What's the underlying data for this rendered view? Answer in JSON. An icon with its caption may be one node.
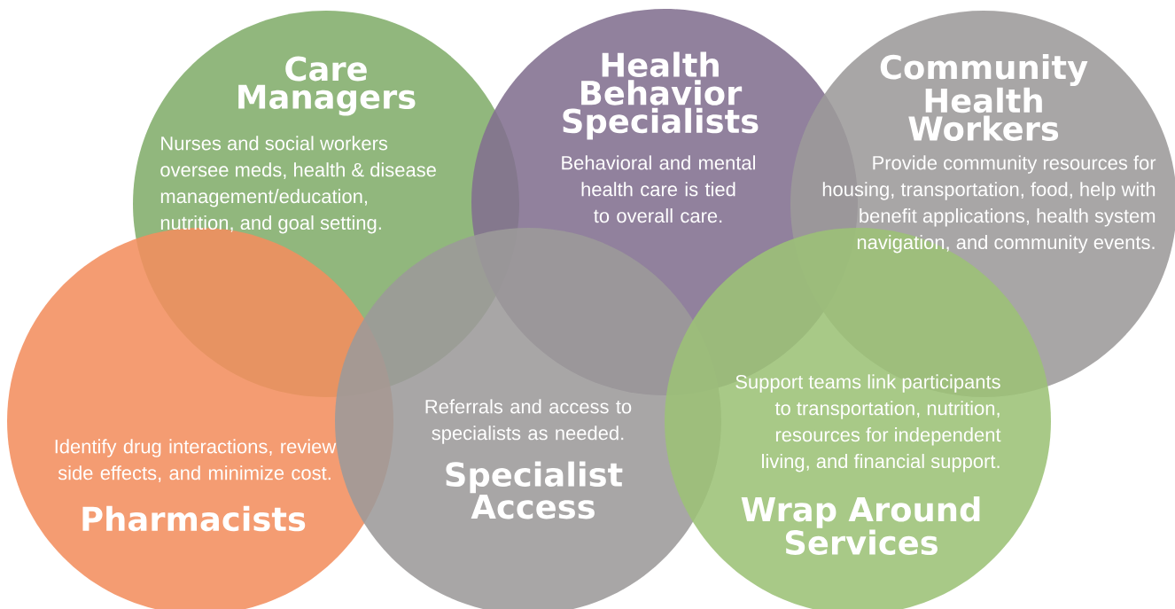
{
  "diagram": {
    "nodes": [
      {
        "text": [
          "Care Managers",
          "Nurses and social workers oversee meds,  health & disease management/education, nutrition, and goal setting."
        ]
      },
      {
        "text": [
          "Health Behavior Specialists",
          "Behavioral and mental health care is tied to overall care."
        ]
      },
      {
        "text": [
          "Community Health Workers",
          "Provide community resources for housing, transportation,  food, help with benefit applications, health system navigation, and community events."
        ]
      },
      {
        "text": [
          "Identify drug interactions, review side effects, and minimize cost.",
          "Pharmacists"
        ]
      },
      {
        "text": [
          "Referrals and access to specialists as needed.",
          "Specialist Access"
        ]
      },
      {
        "text": [
          "Support teams link participants to transportation, nutrition, resources for independent living, and financial support.",
          "Wrap Around Services"
        ]
      }
    ]
  }
}
